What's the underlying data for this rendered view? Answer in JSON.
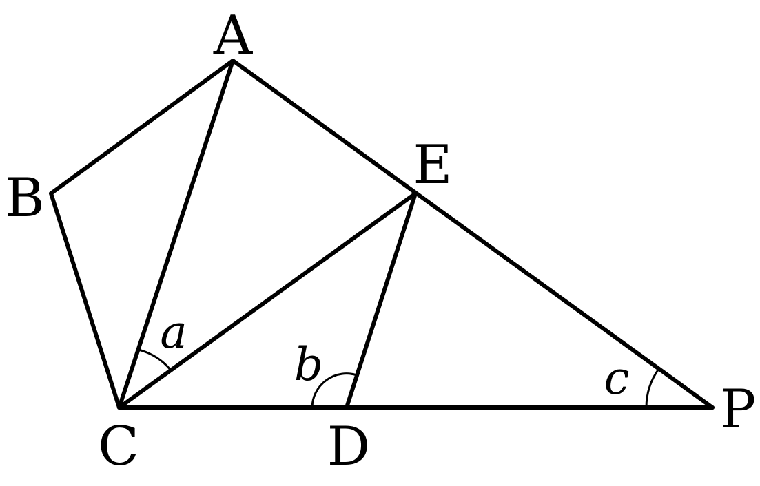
{
  "points": {
    "A": {
      "label": "A"
    },
    "B": {
      "label": "B"
    },
    "C": {
      "label": "C"
    },
    "D": {
      "label": "D"
    },
    "E": {
      "label": "E"
    },
    "P": {
      "label": "P"
    }
  },
  "angles": {
    "a": {
      "label": "a"
    },
    "b": {
      "label": "b"
    },
    "c": {
      "label": "c"
    }
  }
}
